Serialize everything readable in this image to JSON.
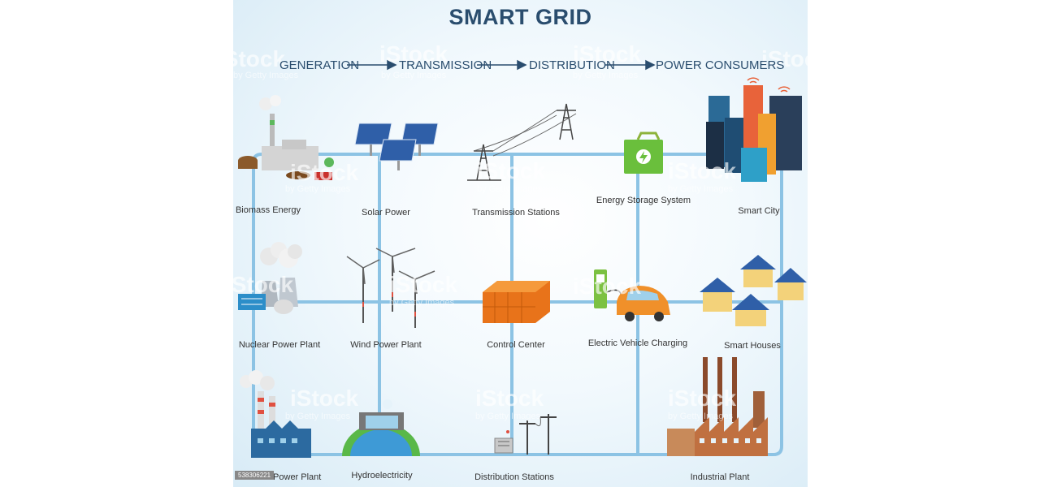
{
  "title": "SMART GRID",
  "flow": [
    "GENERATION",
    "TRANSMISSION",
    "DISTRIBUTION",
    "POWER CONSUMERS"
  ],
  "nodes": {
    "biomass": "Biomass Energy",
    "solar": "Solar Power",
    "transmission": "Transmission Stations",
    "storage": "Energy Storage System",
    "smart_city": "Smart City",
    "nuclear": "Nuclear Power Plant",
    "wind": "Wind Power Plant",
    "control": "Control Center",
    "ev": "Electric Vehicle Charging",
    "smart_houses": "Smart Houses",
    "thermal": "Thermal Power Plant",
    "hydro": "Hydroelectricity",
    "distribution": "Distribution Stations",
    "industrial": "Industrial Plant"
  },
  "watermark": "iStock",
  "watermark_sub": "by Getty Images",
  "stock_id": "538306221",
  "colors": {
    "title": "#2a4d6e",
    "grid_line": "#8cc3e4",
    "background": "#e6f3fa"
  }
}
